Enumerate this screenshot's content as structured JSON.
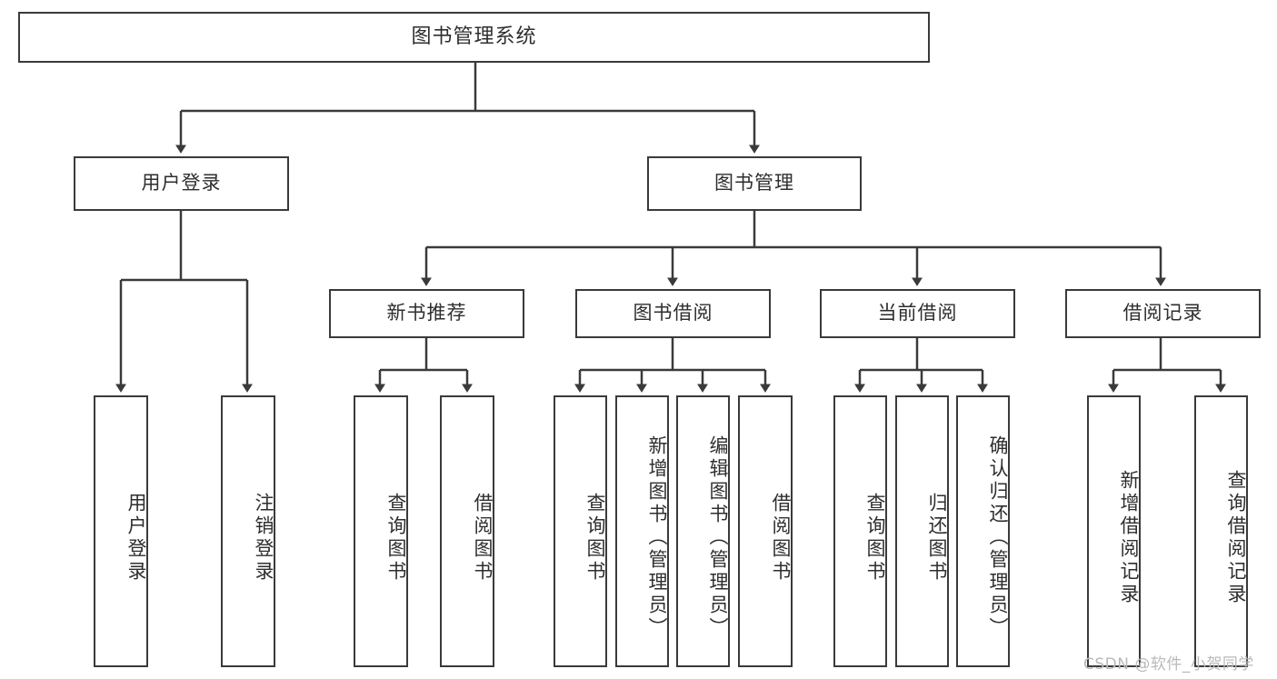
{
  "diagram": {
    "title": "图书管理系统",
    "colors": {
      "stroke": "#3a3a3a",
      "text": "#2e2e2e",
      "background": "#ffffff",
      "watermark": "#b9b9b9"
    },
    "root": {
      "label": "图书管理系统"
    },
    "level2": [
      {
        "id": "user-login",
        "label": "用户登录"
      },
      {
        "id": "book-manage",
        "label": "图书管理"
      }
    ],
    "level3": [
      {
        "id": "new-book-recommend",
        "label": "新书推荐"
      },
      {
        "id": "book-borrow",
        "label": "图书借阅"
      },
      {
        "id": "current-borrow",
        "label": "当前借阅"
      },
      {
        "id": "borrow-record",
        "label": "借阅记录"
      }
    ],
    "leaves": {
      "user_login": [
        {
          "id": "leaf-user-login",
          "label": "用户登录"
        },
        {
          "id": "leaf-logout-login",
          "label": "注销登录"
        }
      ],
      "new_book_recommend": [
        {
          "id": "leaf-query-book-1",
          "label": "查询图书"
        },
        {
          "id": "leaf-borrow-book-1",
          "label": "借阅图书"
        }
      ],
      "book_borrow": [
        {
          "id": "leaf-query-book-2",
          "label": "查询图书"
        },
        {
          "id": "leaf-add-book",
          "label": "新增图书（管理员）"
        },
        {
          "id": "leaf-edit-book",
          "label": "编辑图书（管理员）"
        },
        {
          "id": "leaf-borrow-book-2",
          "label": "借阅图书"
        }
      ],
      "current_borrow": [
        {
          "id": "leaf-query-book-3",
          "label": "查询图书"
        },
        {
          "id": "leaf-return-book",
          "label": "归还图书"
        },
        {
          "id": "leaf-confirm-return",
          "label": "确认归还（管理员）"
        }
      ],
      "borrow_record": [
        {
          "id": "leaf-add-record",
          "label": "新增借阅记录"
        },
        {
          "id": "leaf-query-record",
          "label": "查询借阅记录"
        }
      ]
    }
  },
  "watermark": {
    "text": "CSDN @软件_小贺同学"
  }
}
